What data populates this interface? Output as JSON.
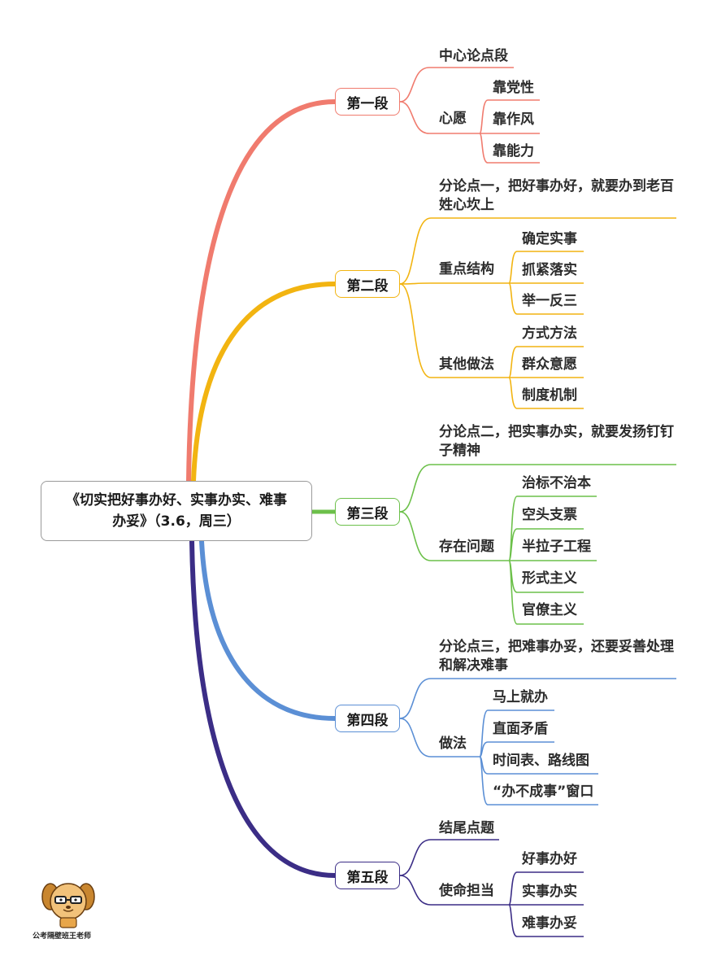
{
  "root": {
    "line1": "《切实把好事办好、实事办实、难事",
    "line2": "办妥》（3.6，周三）"
  },
  "colors": {
    "sec1": "#f07b6e",
    "sec2": "#f2b411",
    "sec3": "#6cc04a",
    "sec4": "#5b8fd5",
    "sec5": "#3b2d86"
  },
  "sections": [
    {
      "label": "第一段",
      "children": [
        {
          "label": "中心论点段"
        },
        {
          "label": "心愿",
          "children": [
            "靠党性",
            "靠作风",
            "靠能力"
          ]
        }
      ]
    },
    {
      "label": "第二段",
      "children": [
        {
          "label": "分论点一，把好事办好，就要办到老百姓心坎上"
        },
        {
          "label": "重点结构",
          "children": [
            "确定实事",
            "抓紧落实",
            "举一反三"
          ]
        },
        {
          "label": "其他做法",
          "children": [
            "方式方法",
            "群众意愿",
            "制度机制"
          ]
        }
      ]
    },
    {
      "label": "第三段",
      "children": [
        {
          "label": "分论点二，把实事办实，就要发扬钉钉子精神"
        },
        {
          "label": "存在问题",
          "children": [
            "治标不治本",
            "空头支票",
            "半拉子工程",
            "形式主义",
            "官僚主义"
          ]
        }
      ]
    },
    {
      "label": "第四段",
      "children": [
        {
          "label": "分论点三，把难事办妥，还要妥善处理和解决难事"
        },
        {
          "label": "做法",
          "children": [
            "马上就办",
            "直面矛盾",
            "时间表、路线图",
            "“办不成事”窗口"
          ]
        }
      ]
    },
    {
      "label": "第五段",
      "children": [
        {
          "label": "结尾点题"
        },
        {
          "label": "使命担当",
          "children": [
            "好事办好",
            "实事办实",
            "难事办妥"
          ]
        }
      ]
    }
  ],
  "logo": {
    "icon": "cartoon-dog-mascot-icon",
    "caption": "公考隔壁班王老师"
  }
}
